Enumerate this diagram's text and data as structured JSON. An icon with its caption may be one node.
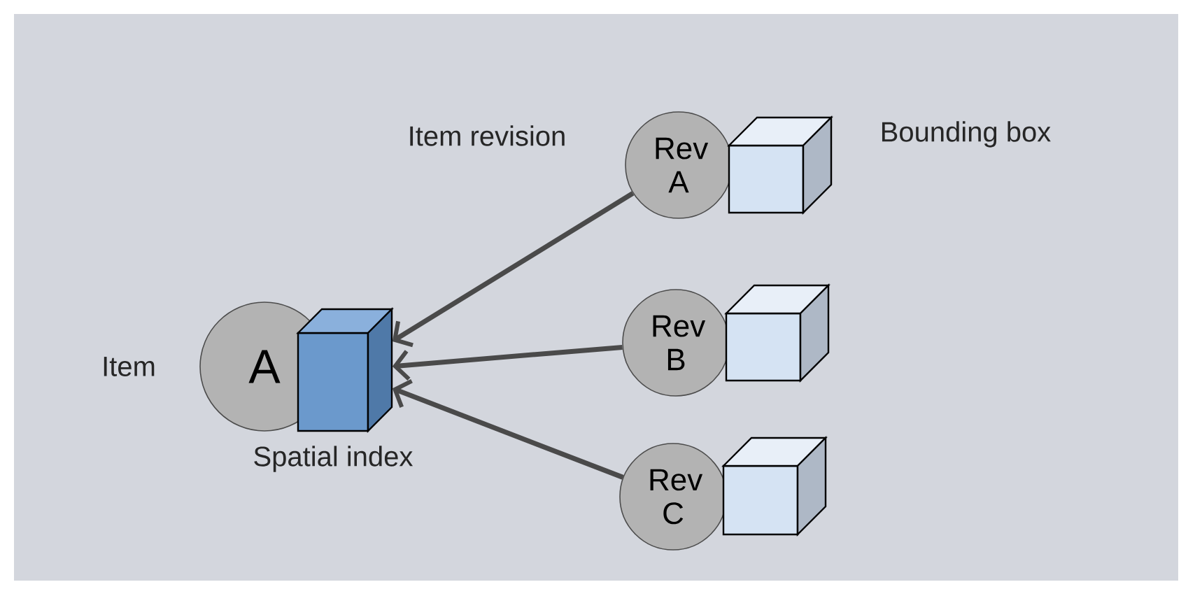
{
  "diagram": {
    "nodes": [
      {
        "text": [
          "A"
        ],
        "beside": [
          "Item"
        ]
      },
      {
        "text": [],
        "shape": "box",
        "beside": [
          "Spatial index"
        ]
      },
      {
        "text": [
          "Rev A"
        ]
      },
      {
        "text": [],
        "shape": "box"
      },
      {
        "text": [
          "Rev B"
        ]
      },
      {
        "text": [],
        "shape": "box"
      },
      {
        "text": [
          "Rev C"
        ]
      },
      {
        "text": [],
        "shape": "box"
      }
    ],
    "edges": [
      {
        "from": 2,
        "to": 1,
        "arrow": "to"
      },
      {
        "from": 4,
        "to": 1,
        "arrow": "to"
      },
      {
        "from": 6,
        "to": 1,
        "arrow": "to"
      }
    ],
    "labels": [
      "Item revision",
      "Bounding box"
    ]
  }
}
